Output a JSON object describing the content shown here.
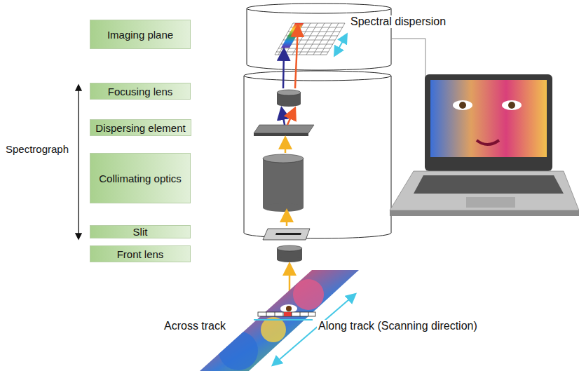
{
  "diagram": {
    "nodes": [
      {
        "text": [
          "Imaging plane"
        ]
      },
      {
        "text": [
          "Focusing lens"
        ]
      },
      {
        "text": [
          "Dispersing element"
        ]
      },
      {
        "text": [
          "Collimating optics"
        ]
      },
      {
        "text": [
          "Slit"
        ]
      },
      {
        "text": [
          "Front lens"
        ]
      }
    ],
    "labels": [
      "Spectral dispersion",
      "Spectrograph",
      "Across track",
      "Along track (Scanning direction)"
    ]
  }
}
